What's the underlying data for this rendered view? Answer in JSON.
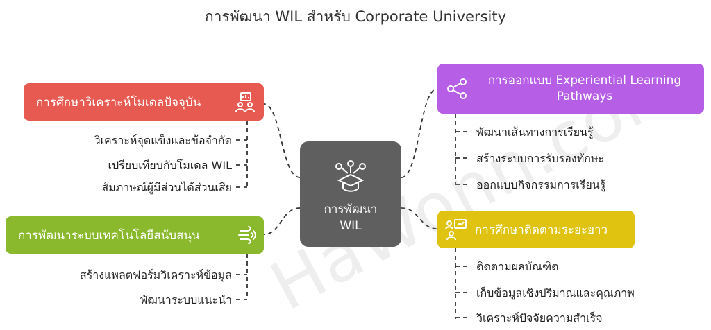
{
  "title": "การพัฒนา WIL สำหรับ Corporate University",
  "center": {
    "line1": "การพัฒนา",
    "line2": "WIL",
    "icon": "graduation-network-icon"
  },
  "branches": {
    "red": {
      "label": "การศึกษาวิเคราะห์โมเดลปัจจุบัน",
      "icon": "team-analysis-icon",
      "color": "#e65a52",
      "items": [
        "วิเคราะห์จุดแข็งและข้อจำกัด",
        "เปรียบเทียบกับโมเดล WIL",
        "สัมภาษณ์ผู้มีส่วนได้ส่วนเสีย"
      ]
    },
    "green": {
      "label": "การพัฒนาระบบเทคโนโลยีสนับสนุน",
      "icon": "wind-signal-icon",
      "color": "#8bb92d",
      "items": [
        "สร้างแพลตฟอร์มวิเคราะห์ข้อมูล",
        "พัฒนาระบบแนะนำ"
      ]
    },
    "purple": {
      "label1": "การออกแบบ Experiential Learning",
      "label2": "Pathways",
      "icon": "share-nodes-icon",
      "color": "#b65fe6",
      "items": [
        "พัฒนาเส้นทางการเรียนรู้",
        "สร้างระบบการรับรองทักษะ",
        "ออกแบบกิจกรรมการเรียนรู้"
      ]
    },
    "yellow": {
      "label": "การศึกษาติดตามระยะยาว",
      "icon": "presentation-people-icon",
      "color": "#dfc310",
      "items": [
        "ติดตามผลบัณฑิต",
        "เก็บข้อมูลเชิงปริมาณและคุณภาพ",
        "วิเคราะห์ปัจจัยความสำเร็จ"
      ]
    }
  },
  "watermark": "HaWonn.com"
}
